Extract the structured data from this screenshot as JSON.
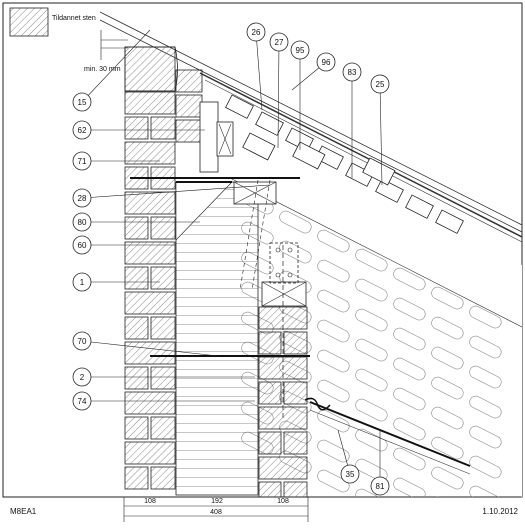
{
  "legend": {
    "label": "Tildannet sten"
  },
  "min_note": "min. 30 mm",
  "callouts_left": [
    "15",
    "62",
    "71",
    "28",
    "80",
    "60",
    "1",
    "70",
    "2",
    "74"
  ],
  "callouts_top": [
    "26",
    "27",
    "95",
    "96",
    "83",
    "25"
  ],
  "callouts_bottom": [
    "35",
    "81"
  ],
  "dimensions": {
    "wall_outer": "108",
    "insulation": "192",
    "wall_inner": "108",
    "total": "408"
  },
  "drawing_code": "M8EA1",
  "date": "1.10.2012"
}
